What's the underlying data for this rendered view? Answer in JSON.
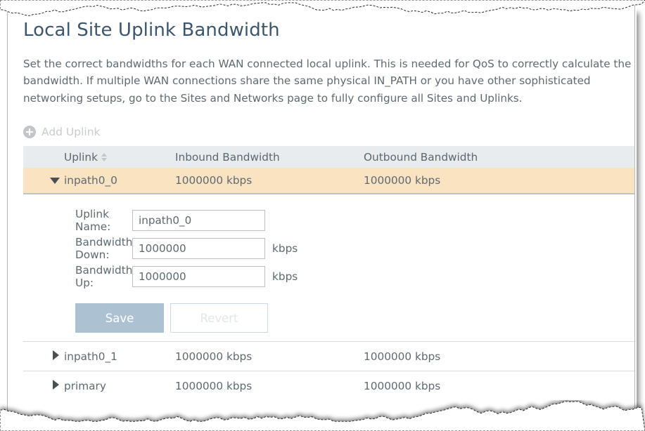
{
  "page": {
    "title": "Local Site Uplink Bandwidth",
    "description": "Set the correct bandwidths for each WAN connected local uplink. This is needed for QoS to correctly calculate the bandwidth. If multiple WAN connections share the same physical IN_PATH or you have other sophisticated networking setups, go to the Sites and Networks page to fully configure all Sites and Uplinks."
  },
  "toolbar": {
    "add_uplink_label": "Add Uplink",
    "add_uplink_icon": "circle-plus-icon"
  },
  "table": {
    "columns": [
      {
        "key": "expand",
        "label": ""
      },
      {
        "key": "uplink",
        "label": "Uplink",
        "sortable": true
      },
      {
        "key": "inbound",
        "label": "Inbound Bandwidth"
      },
      {
        "key": "outbound",
        "label": "Outbound Bandwidth"
      }
    ],
    "rows": [
      {
        "expand_icon": "triangle-down-icon",
        "uplink": "inpath0_0",
        "inbound": "1000000 kbps",
        "outbound": "1000000 kbps",
        "expanded": true,
        "selected": true
      },
      {
        "expand_icon": "triangle-right-icon",
        "uplink": "inpath0_1",
        "inbound": "1000000 kbps",
        "outbound": "1000000 kbps",
        "expanded": false,
        "selected": false
      },
      {
        "expand_icon": "triangle-right-icon",
        "uplink": "primary",
        "inbound": "1000000 kbps",
        "outbound": "1000000 kbps",
        "expanded": false,
        "selected": false
      }
    ]
  },
  "form": {
    "uplink_name": {
      "label": "Uplink Name:",
      "value": "inpath0_0",
      "placeholder": ""
    },
    "bandwidth_down": {
      "label": "Bandwidth Down:",
      "value": "1000000",
      "placeholder": "",
      "unit": "kbps"
    },
    "bandwidth_up": {
      "label": "Bandwidth Up:",
      "value": "1000000",
      "placeholder": "",
      "unit": "kbps"
    },
    "save_label": "Save",
    "revert_label": "Revert"
  },
  "colors": {
    "title": "#3c566e",
    "body_text": "#5e6a72",
    "table_header_bg": "#e9ecef",
    "selected_row_bg": "#fae3c0",
    "save_button_bg": "#acc2d2",
    "revert_border": "#cdd9e2",
    "muted_text": "#c9ccce"
  }
}
